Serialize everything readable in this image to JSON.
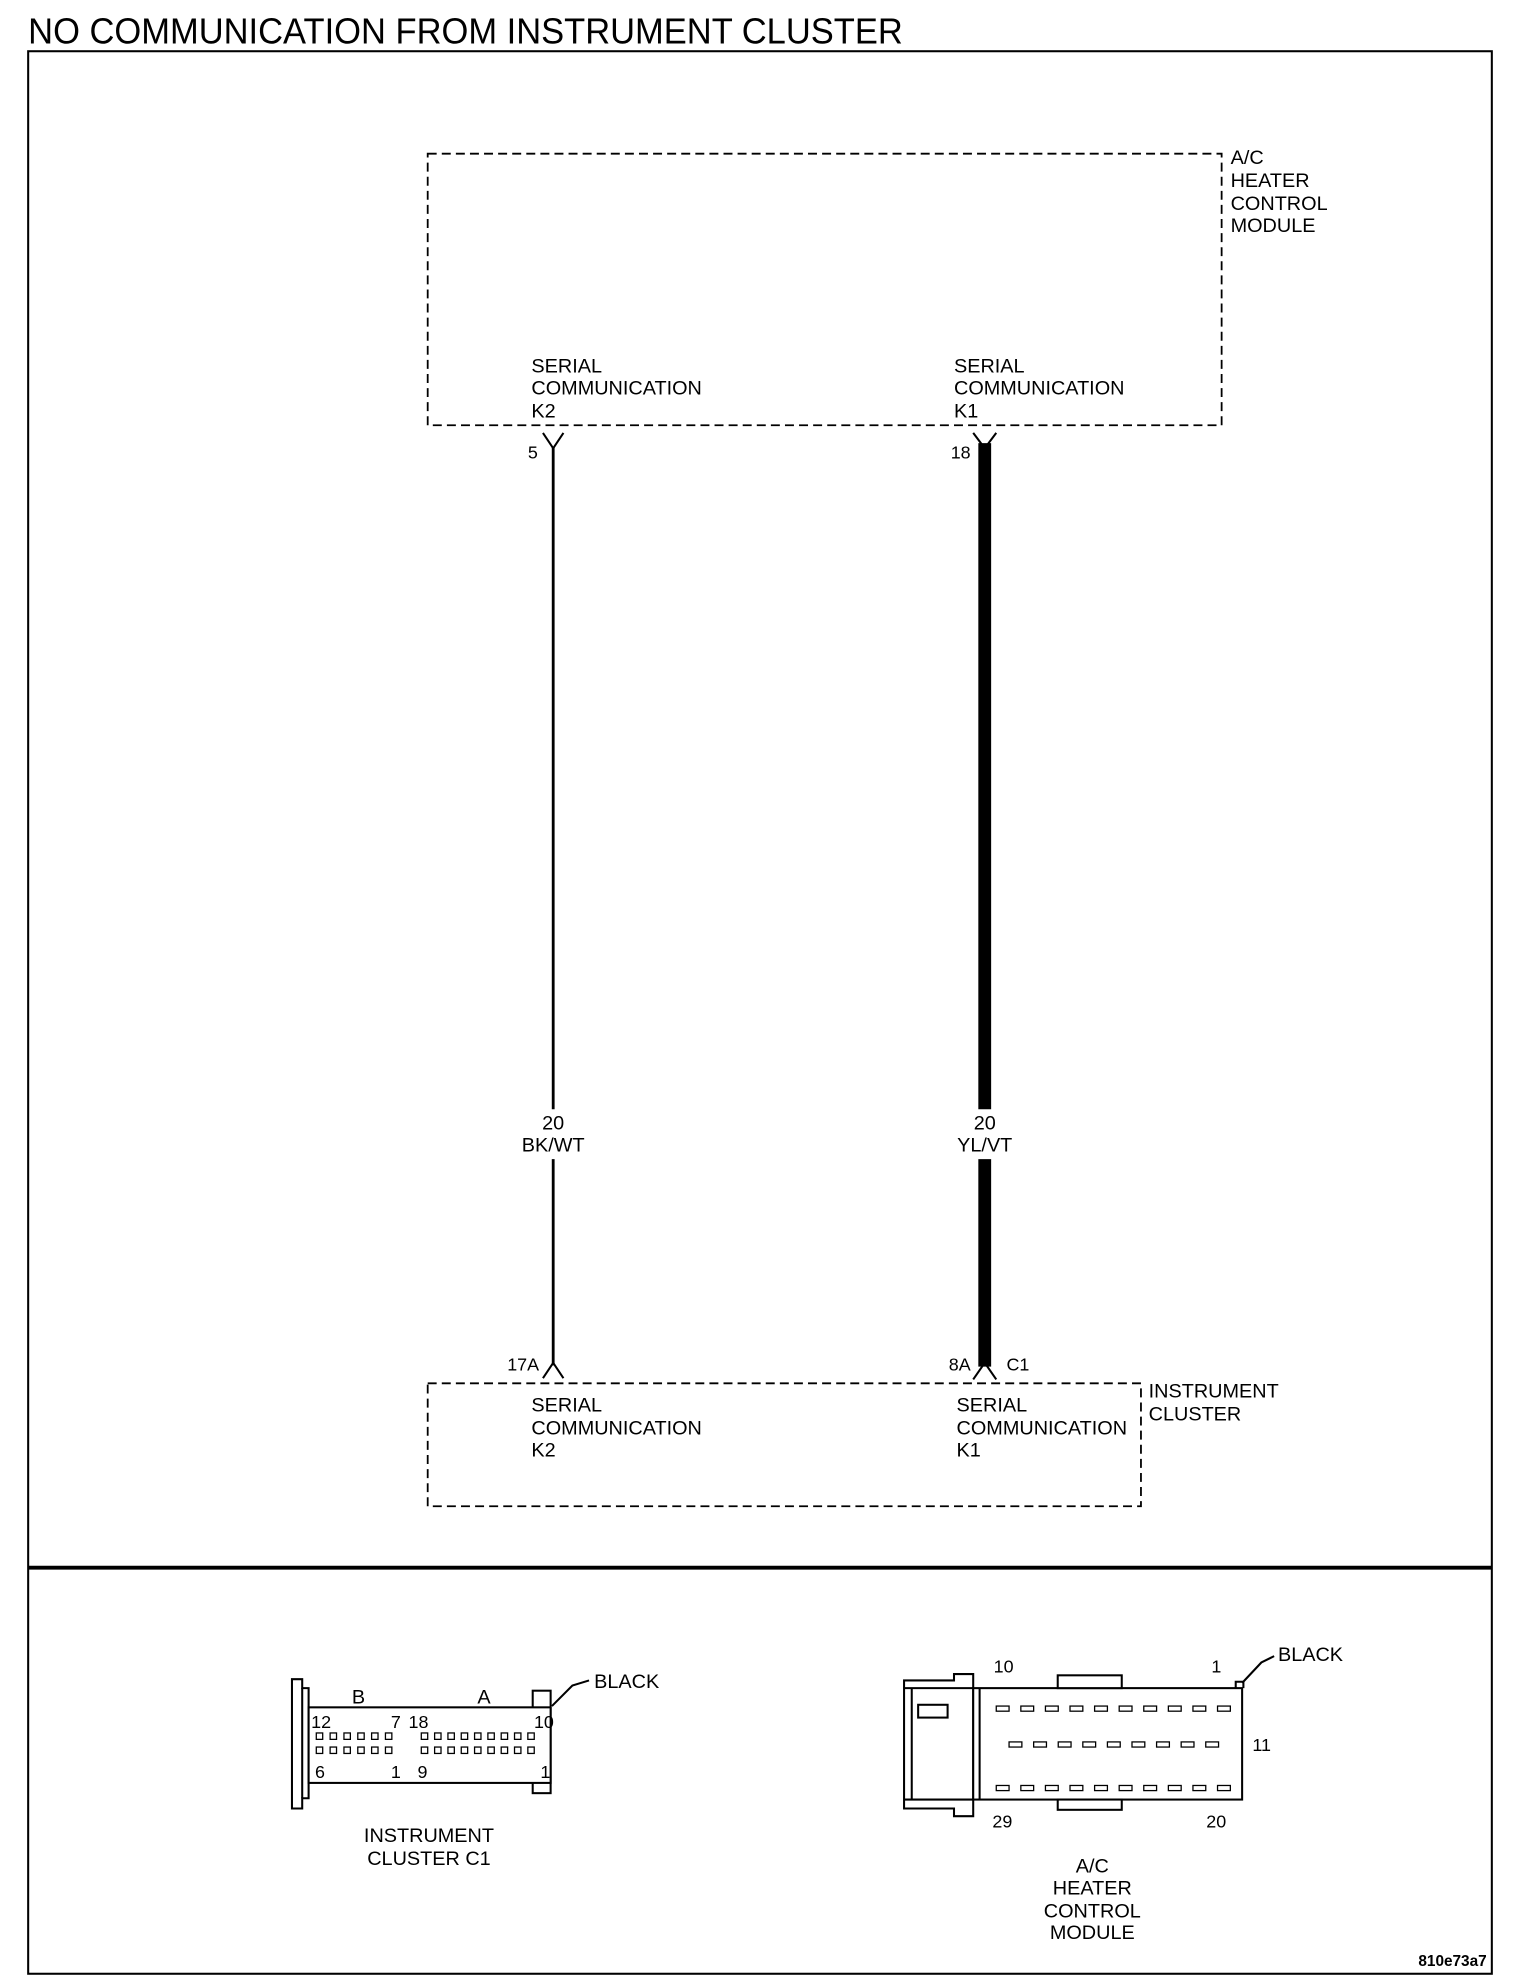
{
  "title": "NO COMMUNICATION FROM INSTRUMENT CLUSTER",
  "hvac_module": {
    "name_lines": [
      "A/C",
      "HEATER",
      "CONTROL",
      "MODULE"
    ],
    "circuits": {
      "k2": {
        "lines": [
          "SERIAL",
          "COMMUNICATION",
          "K2"
        ],
        "pin": "5"
      },
      "k1": {
        "lines": [
          "SERIAL",
          "COMMUNICATION",
          "K1"
        ],
        "pin": "18"
      }
    }
  },
  "wires": {
    "k2": {
      "gauge": "20",
      "color_code": "BK/WT"
    },
    "k1": {
      "gauge": "20",
      "color_code": "YL/VT"
    }
  },
  "instrument_cluster": {
    "name_lines": [
      "INSTRUMENT",
      "CLUSTER"
    ],
    "connector": "C1",
    "circuits": {
      "k2": {
        "lines": [
          "SERIAL",
          "COMMUNICATION",
          "K2"
        ],
        "pin": "17A"
      },
      "k1": {
        "lines": [
          "SERIAL",
          "COMMUNICATION",
          "K1"
        ],
        "pin": "8A"
      }
    }
  },
  "connector_views": {
    "cluster_c1": {
      "color_label": "BLACK",
      "section_labels": {
        "b": "B",
        "a": "A"
      },
      "pin_labels": {
        "b_row1_left": "12",
        "b_row1_right": "7",
        "a_row1_left": "18",
        "a_row1_right": "10",
        "b_row2_left": "6",
        "b_row2_right": "1",
        "a_row2_left": "9",
        "a_row2_right": "1"
      },
      "caption_lines": [
        "INSTRUMENT",
        "CLUSTER C1"
      ]
    },
    "hvac_module_connector": {
      "color_label": "BLACK",
      "pin_labels": {
        "row1_left": "10",
        "row1_right": "1",
        "row2_right": "11",
        "row3_left": "29",
        "row3_right": "20"
      },
      "caption_lines": [
        "A/C",
        "HEATER",
        "CONTROL",
        "MODULE"
      ]
    }
  },
  "figure_id": "810e73a7",
  "colors": {
    "ink": "#000000",
    "paper": "#ffffff"
  }
}
